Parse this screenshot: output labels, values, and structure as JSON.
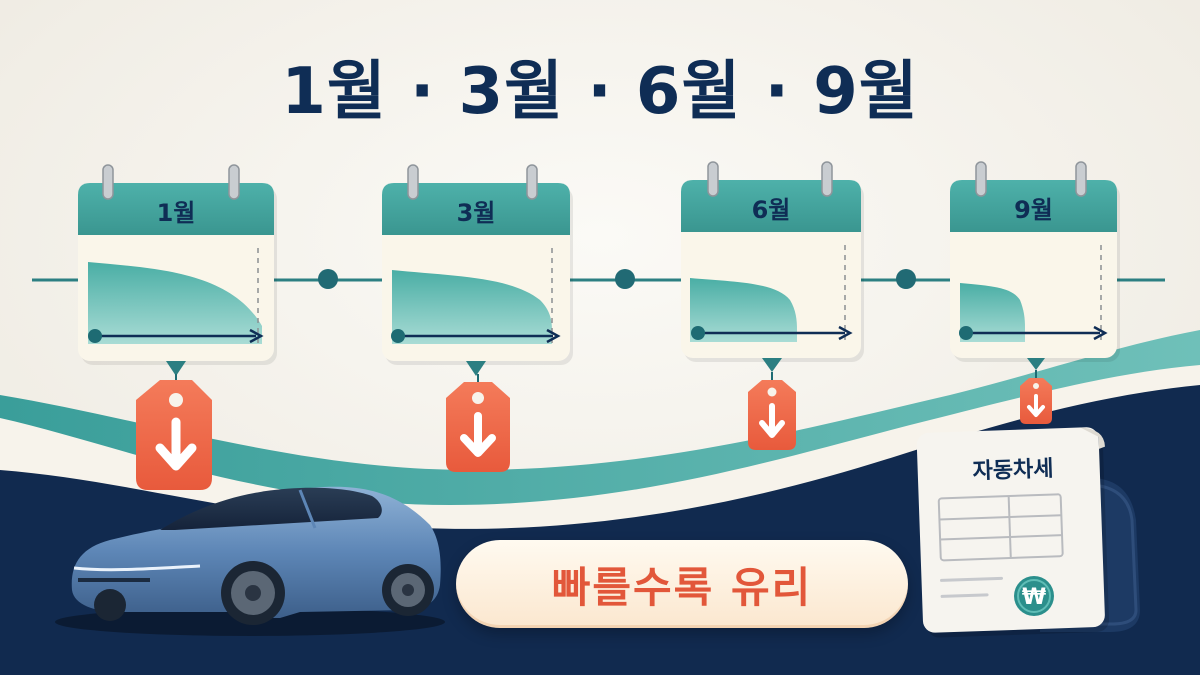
{
  "title": "1월 · 3월 · 6월 · 9월",
  "calendars": [
    {
      "label": "1월",
      "area_level": 1.0
    },
    {
      "label": "3월",
      "area_level": 0.8
    },
    {
      "label": "6월",
      "area_level": 0.55
    },
    {
      "label": "9월",
      "area_level": 0.3
    }
  ],
  "tax_document": {
    "title": "자동차세",
    "currency_symbol": "₩"
  },
  "slogan": "빠를수록 유리",
  "icons": [
    "calendar-icon",
    "price-tag-down-arrow-icon",
    "car-icon",
    "tax-document-icon",
    "won-coin-icon"
  ],
  "colors": {
    "navy": "#0f2d55",
    "teal": "#3a9e9a",
    "tag_orange": "#f26a4b",
    "slogan_text": "#e2573a",
    "background": "#f4f1ea"
  }
}
